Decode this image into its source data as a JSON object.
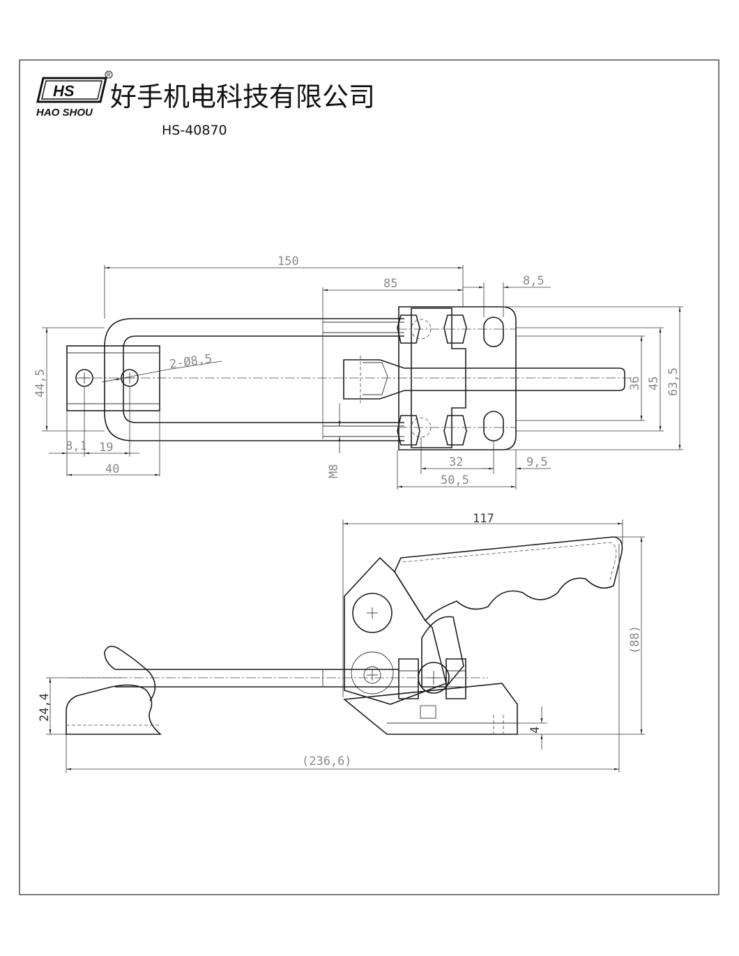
{
  "header": {
    "logo_text": "HS",
    "logo_sub": "HAO SHOU",
    "company_name": "好手机电科技有限公司",
    "model": "HS-40870"
  },
  "top_view": {
    "dims": {
      "d150": "150",
      "d85": "85",
      "d8_5": "8,5",
      "d44_5": "44,5",
      "holes": "2-Ø8,5",
      "d8_1": "8,1",
      "d19": "19",
      "d40": "40",
      "m8": "M8",
      "d32": "32",
      "d9_5": "9,5",
      "d50_5": "50,5",
      "d36": "36",
      "d45": "45",
      "d63_5": "63,5"
    }
  },
  "side_view": {
    "dims": {
      "d117": "117",
      "d88": "(88)",
      "d24_4": "24,4",
      "d4": "4",
      "d236_6": "(236,6)"
    }
  }
}
